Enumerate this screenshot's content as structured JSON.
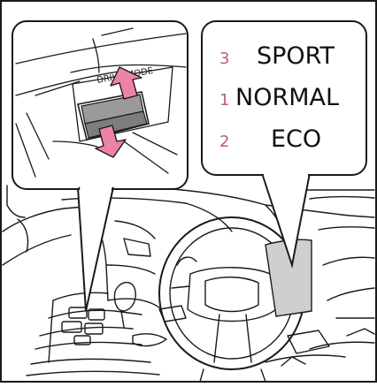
{
  "colors": {
    "accent_pink": "#ec82a6",
    "number_pink": "#b85c8a",
    "switch_gray": "#9a9a9a",
    "panel_fill": "#cfcfcf",
    "outline": "#1a1a1a"
  },
  "switch_callout": {
    "label": "DRIVE MODE",
    "arrows": [
      "up-arrow-icon",
      "down-arrow-icon"
    ]
  },
  "mode_callout": {
    "modes": [
      {
        "number": "3",
        "label": "SPORT"
      },
      {
        "number": "1",
        "label": "NORMAL"
      },
      {
        "number": "2",
        "label": "ECO"
      }
    ]
  }
}
